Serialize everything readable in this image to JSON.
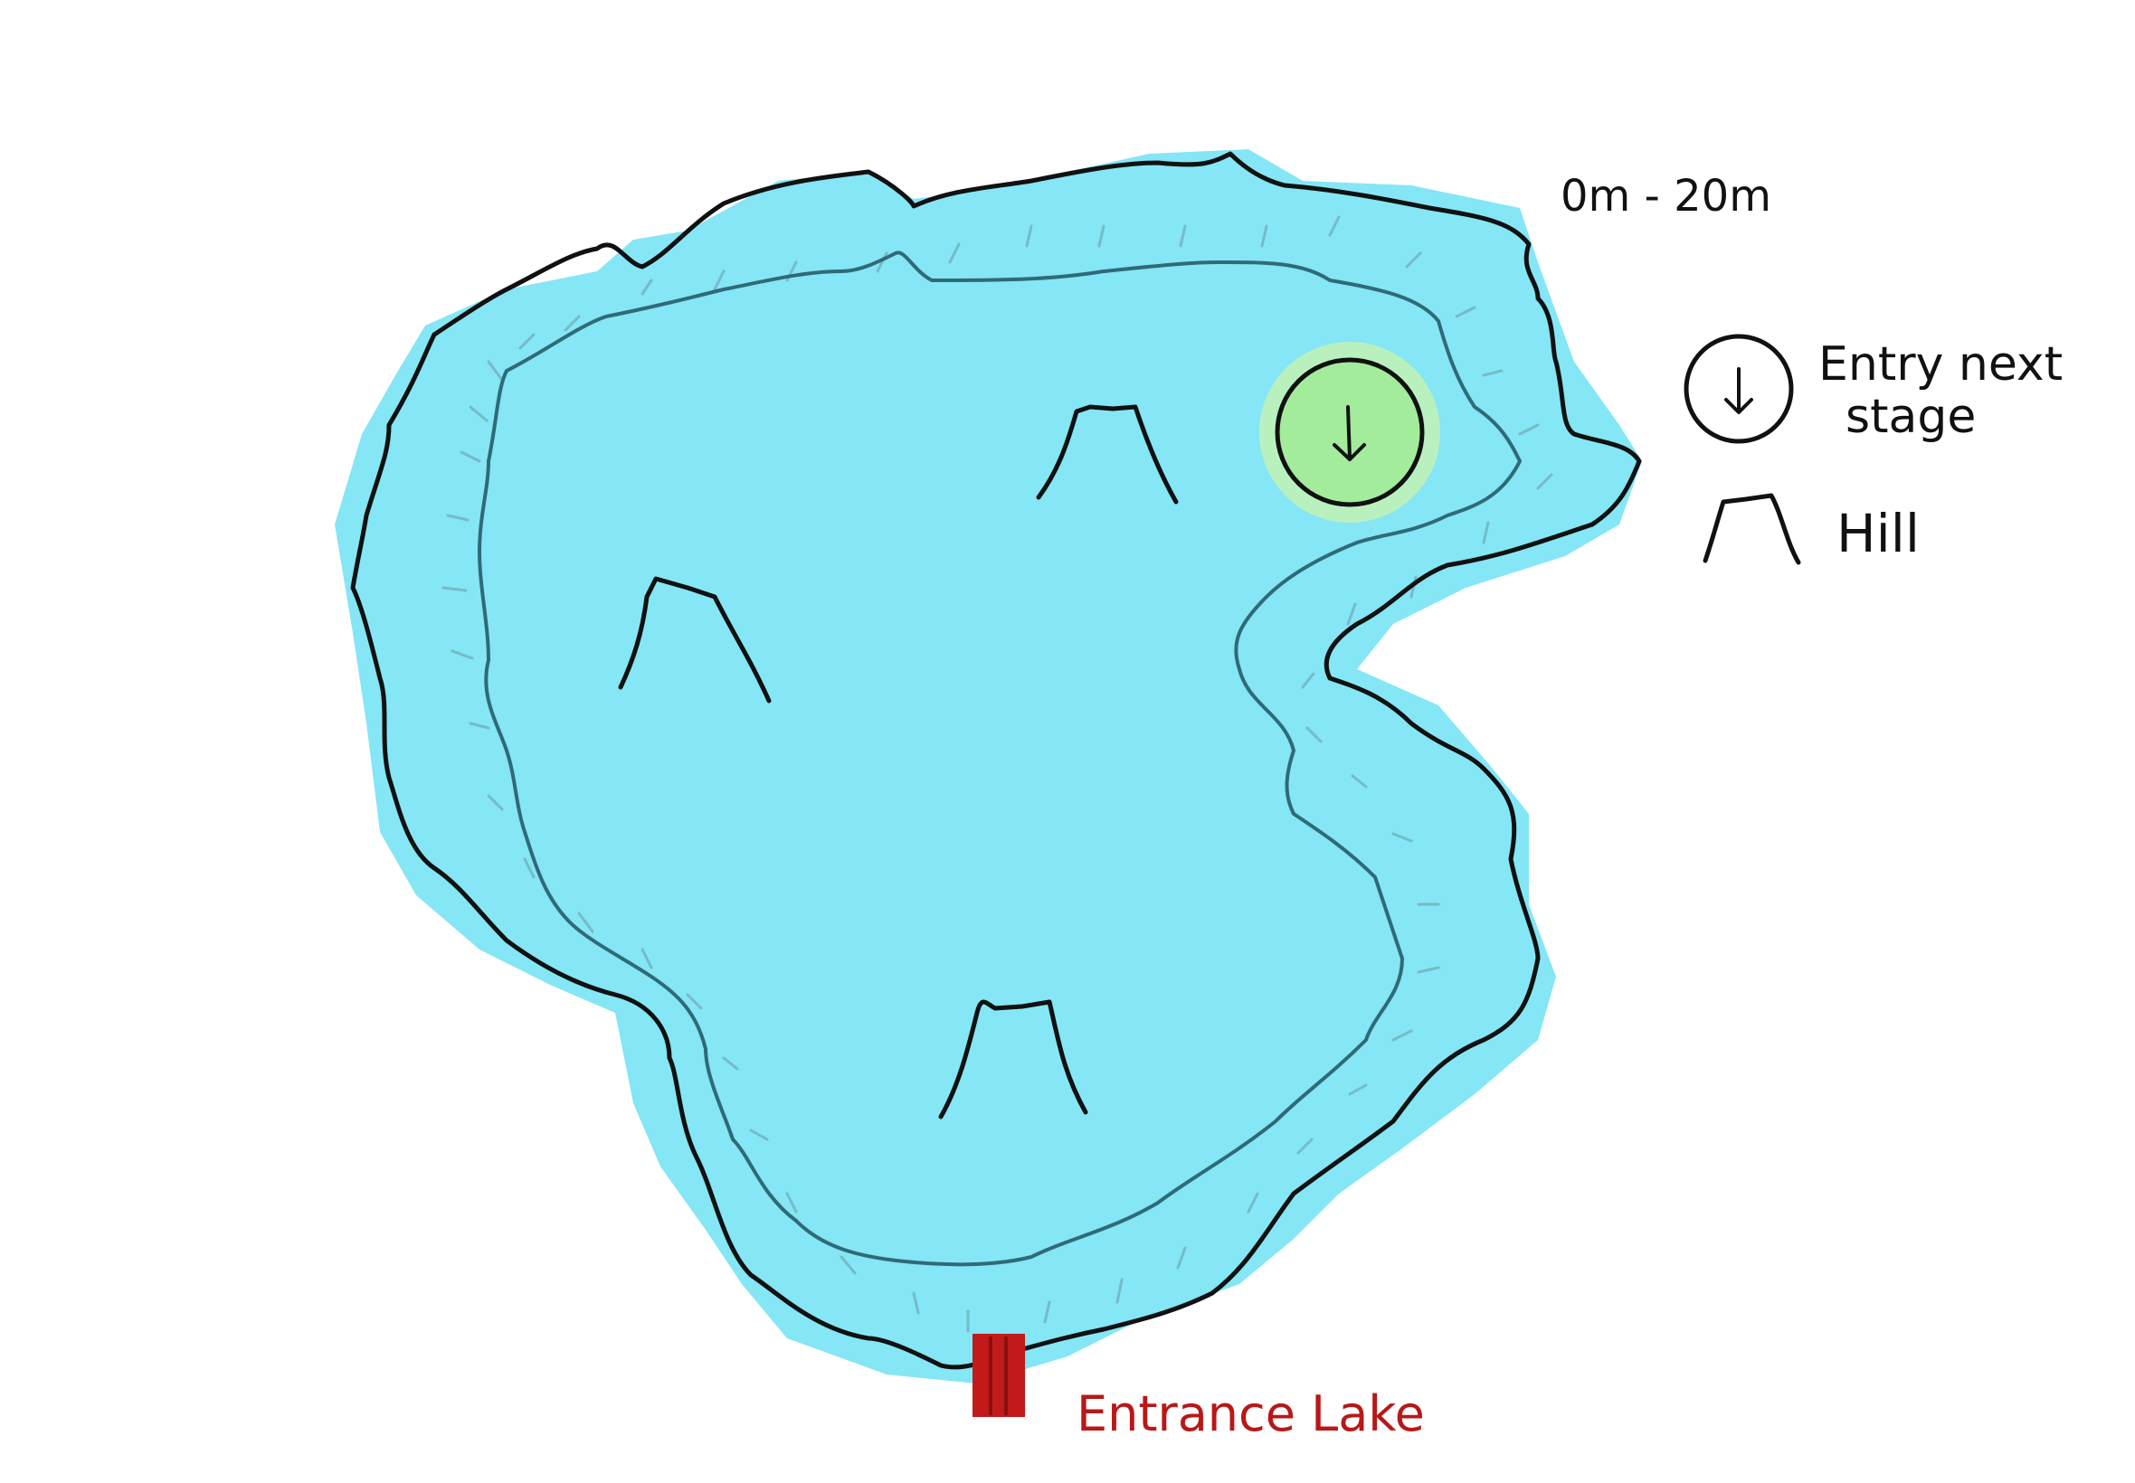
{
  "map": {
    "depth_range_label": "0m - 20m",
    "entrance_label": "Entrance Lake",
    "colors": {
      "water": "#85e6f5",
      "outline": "#111111",
      "contour": "#2f6a78",
      "entry_marker": "#a3ec9c",
      "entry_glow": "#c2f2b4",
      "entrance": "#c21a1a"
    }
  },
  "legend": {
    "entry_line1": "Entry next",
    "entry_line2": "stage",
    "entry_icon": "down-arrow-circle-icon",
    "hill_label": "Hill",
    "hill_icon": "hill-icon"
  }
}
